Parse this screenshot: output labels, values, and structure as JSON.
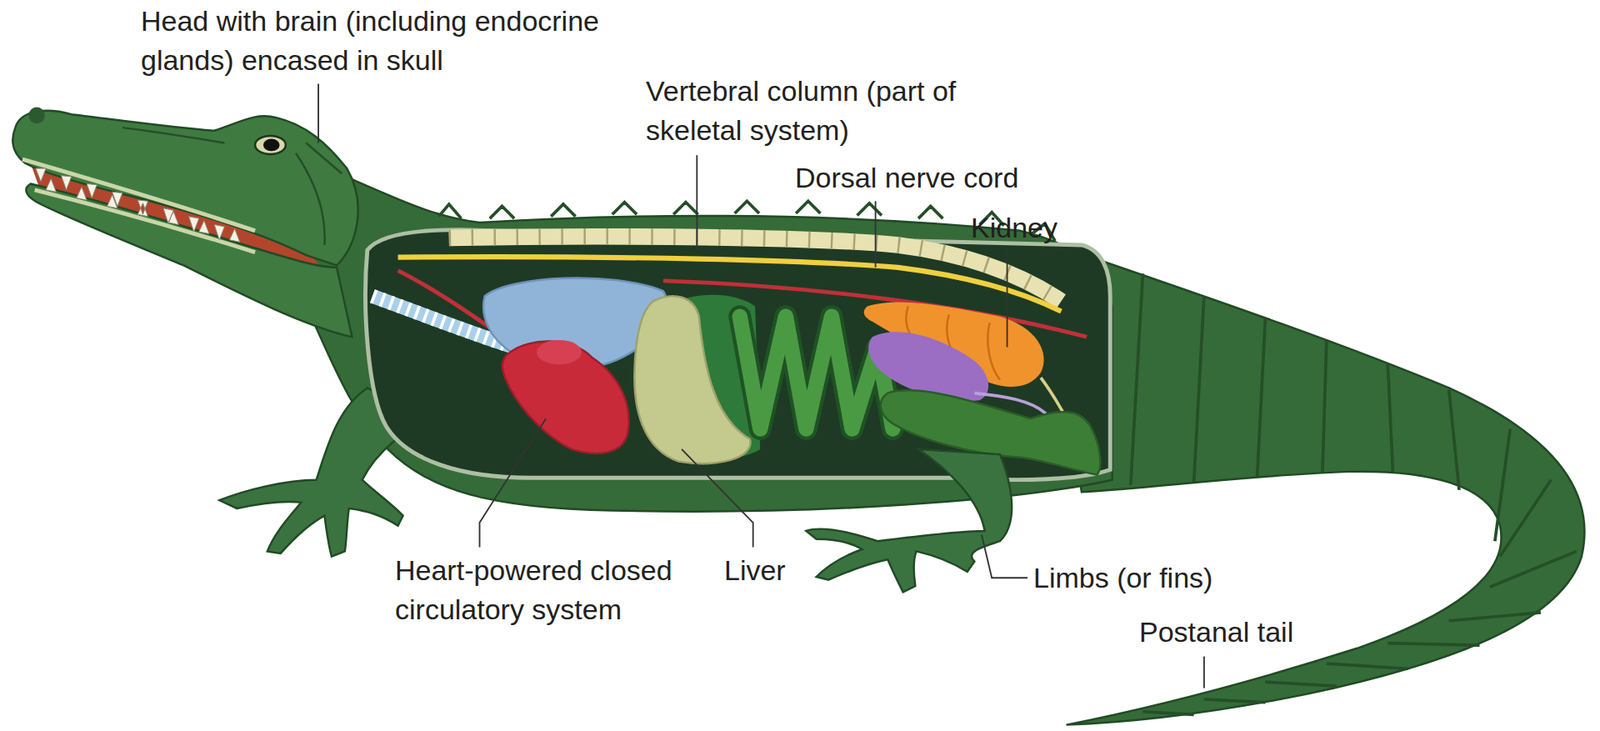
{
  "diagram": {
    "labels": [
      "Head with brain (including endocrine glands) encased in skull",
      "Vertebral column (part of skeletal system)",
      "Dorsal nerve cord",
      "Kidney",
      "Heart-powered closed circulatory system",
      "Liver",
      "Limbs (or fins)",
      "Postanal tail"
    ]
  }
}
